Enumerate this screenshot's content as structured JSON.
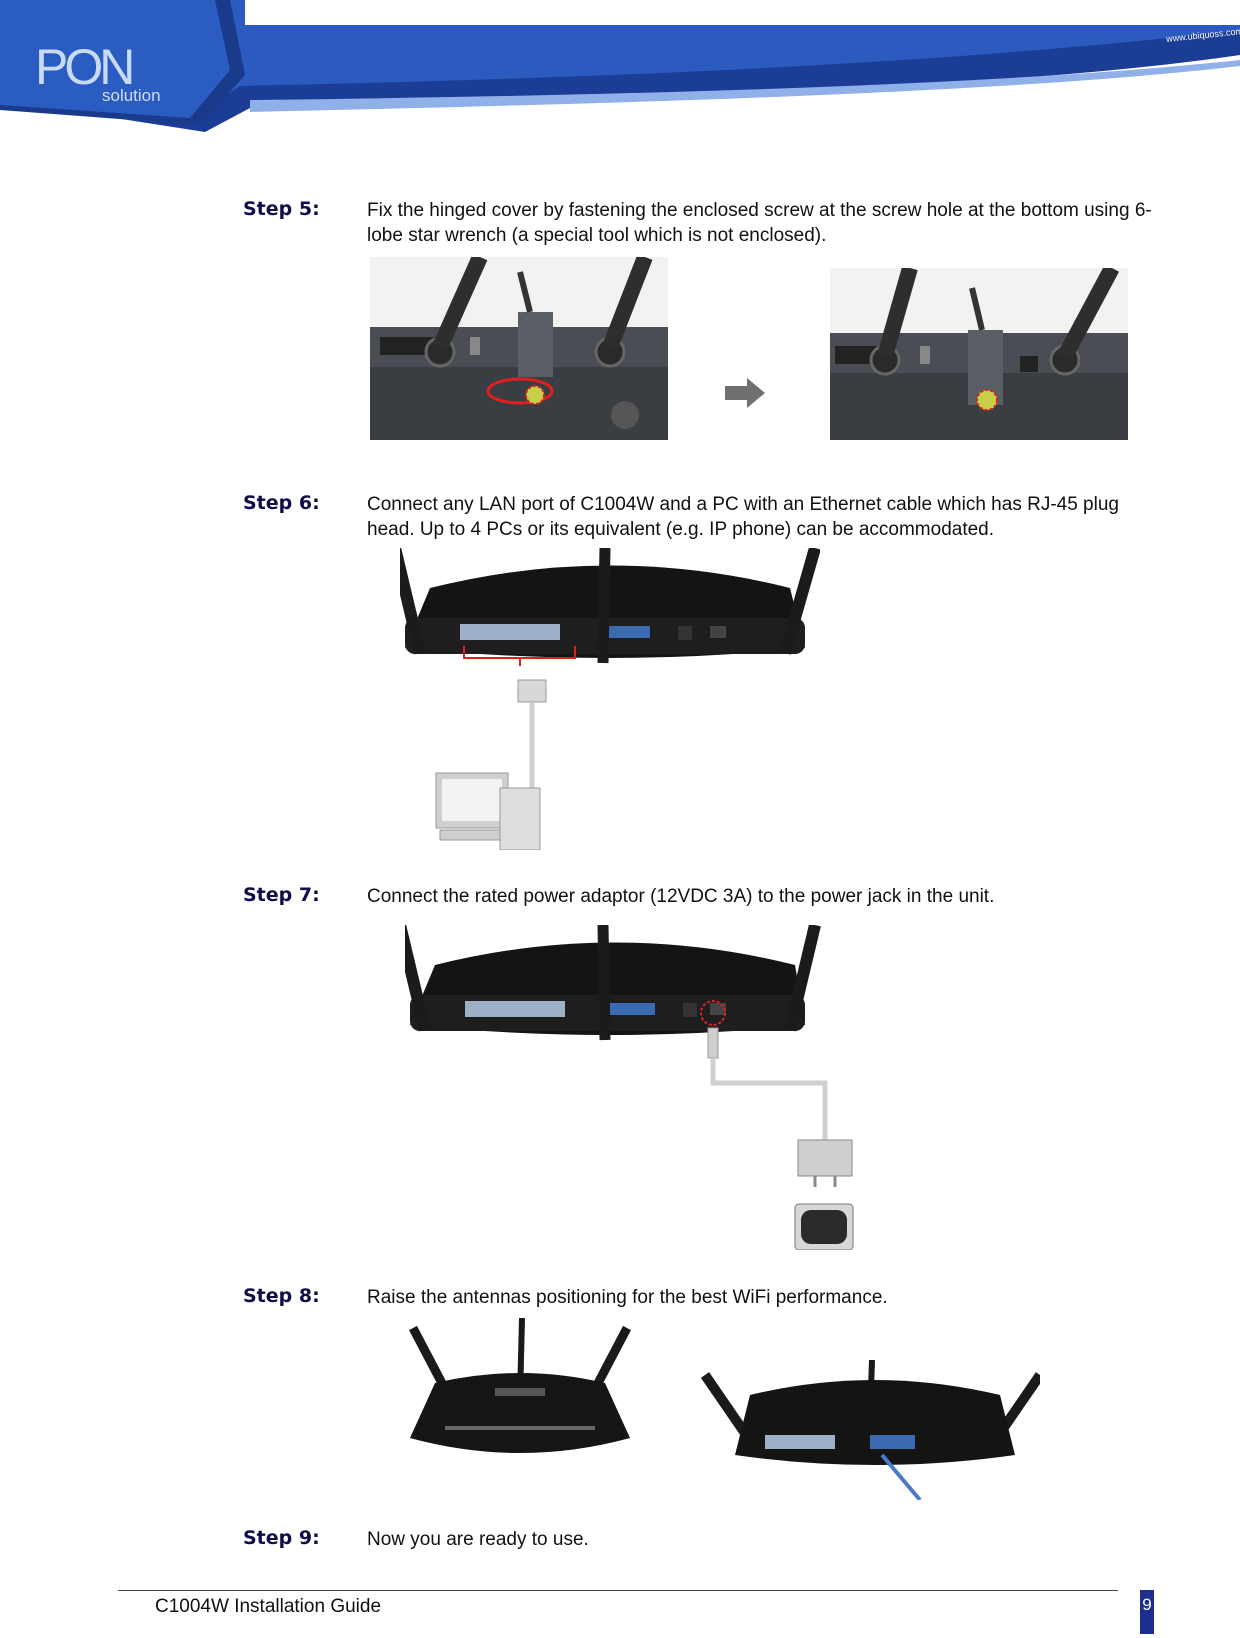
{
  "header": {
    "logo_text": "PON",
    "logo_sub": "solution",
    "website": "www.ubiquoss.com"
  },
  "steps": [
    {
      "label": "Step 5:",
      "text": "Fix the hinged cover by fastening the enclosed screw at the screw hole at the bottom using 6-lobe star wrench (a special tool which is not enclosed)."
    },
    {
      "label": "Step 6:",
      "text": "Connect any LAN port of C1004W and a PC with an Ethernet cable which has RJ-45 plug head. Up to 4 PCs or its equivalent (e.g. IP phone) can be accommodated."
    },
    {
      "label": "Step 7:",
      "text": "Connect the rated power adaptor (12VDC 3A) to the power jack in the unit."
    },
    {
      "label": "Step 8:",
      "text": "Raise the antennas positioning for the best WiFi performance."
    },
    {
      "label": "Step 9:",
      "text": "Now you are ready to use."
    }
  ],
  "footer": {
    "title": "C1004W Installation Guide",
    "page_number": "9"
  },
  "colors": {
    "header_blue": "#1c3d95",
    "accent_navy": "#1c2f8f",
    "highlight_red": "#e02020"
  }
}
